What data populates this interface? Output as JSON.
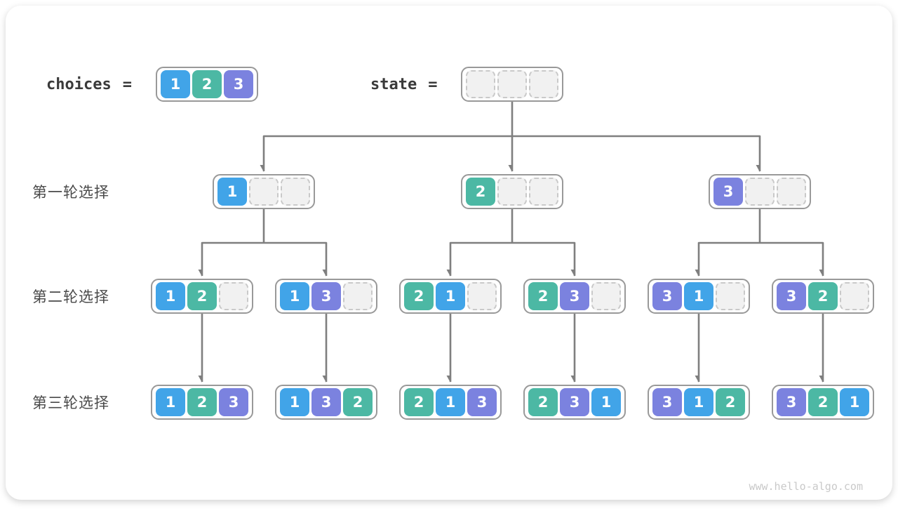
{
  "diagram": {
    "header": {
      "choices_label": "choices",
      "state_label": "state",
      "equals": "=",
      "choices_cells": [
        1,
        2,
        3
      ],
      "state_cells": [
        null,
        null,
        null
      ]
    },
    "row_labels": [
      "第一轮选择",
      "第二轮选择",
      "第三轮选择"
    ],
    "levels": [
      [
        [
          1,
          null,
          null
        ],
        [
          2,
          null,
          null
        ],
        [
          3,
          null,
          null
        ]
      ],
      [
        [
          1,
          2,
          null
        ],
        [
          1,
          3,
          null
        ],
        [
          2,
          1,
          null
        ],
        [
          2,
          3,
          null
        ],
        [
          3,
          1,
          null
        ],
        [
          3,
          2,
          null
        ]
      ],
      [
        [
          1,
          2,
          3
        ],
        [
          1,
          3,
          2
        ],
        [
          2,
          1,
          3
        ],
        [
          2,
          3,
          1
        ],
        [
          3,
          1,
          2
        ],
        [
          3,
          2,
          1
        ]
      ]
    ],
    "colors": {
      "1": "#41a4e8",
      "2": "#4cb8a4",
      "3": "#7b82df"
    },
    "arrow_color": "#7f7f7f",
    "watermark": "www.hello-algo.com"
  }
}
